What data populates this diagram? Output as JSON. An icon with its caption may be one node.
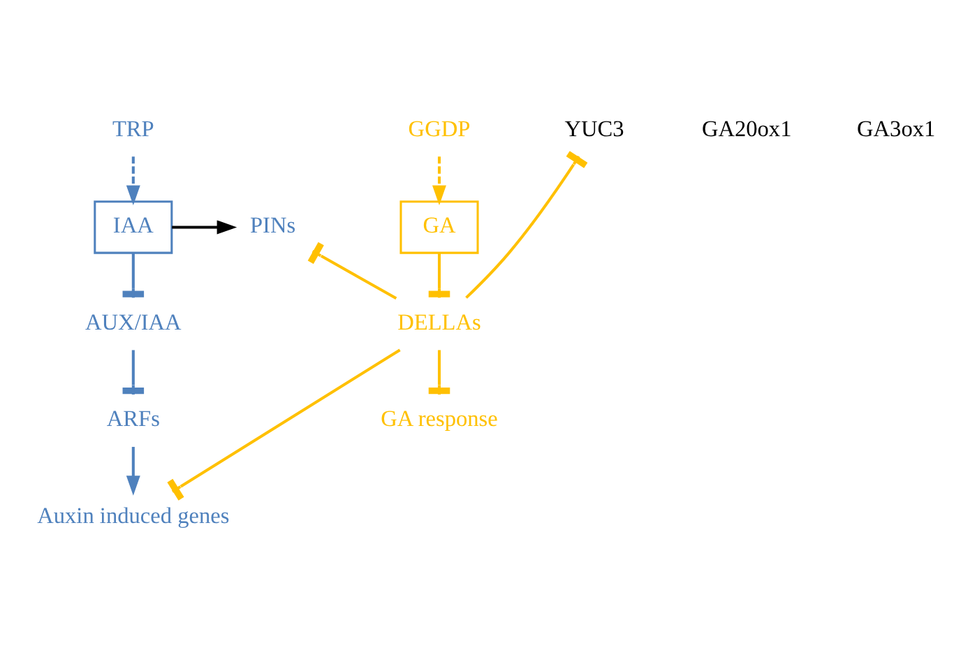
{
  "diagram": {
    "nodes": [
      {
        "text": [
          "TRP"
        ]
      },
      {
        "text": [
          "IAA"
        ]
      },
      {
        "text": [
          "PINs"
        ]
      },
      {
        "text": [
          "AUX/IAA"
        ]
      },
      {
        "text": [
          "ARFs"
        ]
      },
      {
        "text": [
          "Auxin induced genes"
        ]
      },
      {
        "text": [
          "YUC3"
        ]
      },
      {
        "text": [
          "GGDP"
        ]
      },
      {
        "text": [
          "GA"
        ]
      },
      {
        "text": [
          "DELLAs"
        ]
      },
      {
        "text": [
          "GA response"
        ]
      }
    ],
    "edges": [
      {
        "from": 0,
        "to": 1,
        "arrow": "to",
        "style": "dashed",
        "color": "#4f81bd"
      },
      {
        "from": 1,
        "to": 2,
        "arrow": "to",
        "color": "#000000"
      },
      {
        "from": 1,
        "to": 3,
        "arrow": "other",
        "color": "#4f81bd"
      },
      {
        "from": 3,
        "to": 4,
        "arrow": "other",
        "color": "#4f81bd"
      },
      {
        "from": 4,
        "to": 5,
        "arrow": "to",
        "color": "#4f81bd"
      },
      {
        "from": 7,
        "to": 8,
        "arrow": "to",
        "style": "dashed",
        "color": "#ffc000"
      },
      {
        "from": 8,
        "to": 9,
        "arrow": "other",
        "color": "#ffc000"
      },
      {
        "from": 9,
        "to": 10,
        "arrow": "other",
        "color": "#ffc000"
      },
      {
        "from": 9,
        "to": 2,
        "arrow": "other",
        "color": "#ffc000"
      },
      {
        "from": 9,
        "to": 6,
        "arrow": "other",
        "color": "#ffc000"
      },
      {
        "from": 9,
        "to": 5,
        "arrow": "other",
        "color": "#ffc000"
      }
    ],
    "labels": [
      "GA20ox1",
      "GA3ox1"
    ]
  }
}
